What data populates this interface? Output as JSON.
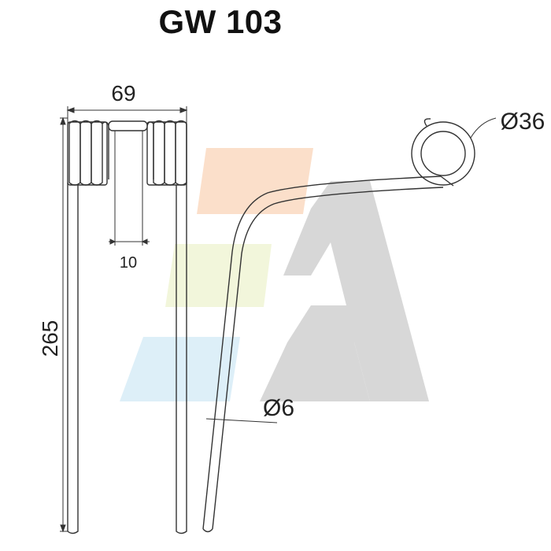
{
  "title": "GW 103",
  "dimensions": {
    "width": "69",
    "coil_gap": "10",
    "height": "265",
    "coil_diameter": "Ø36",
    "wire_diameter": "Ø6"
  }
}
